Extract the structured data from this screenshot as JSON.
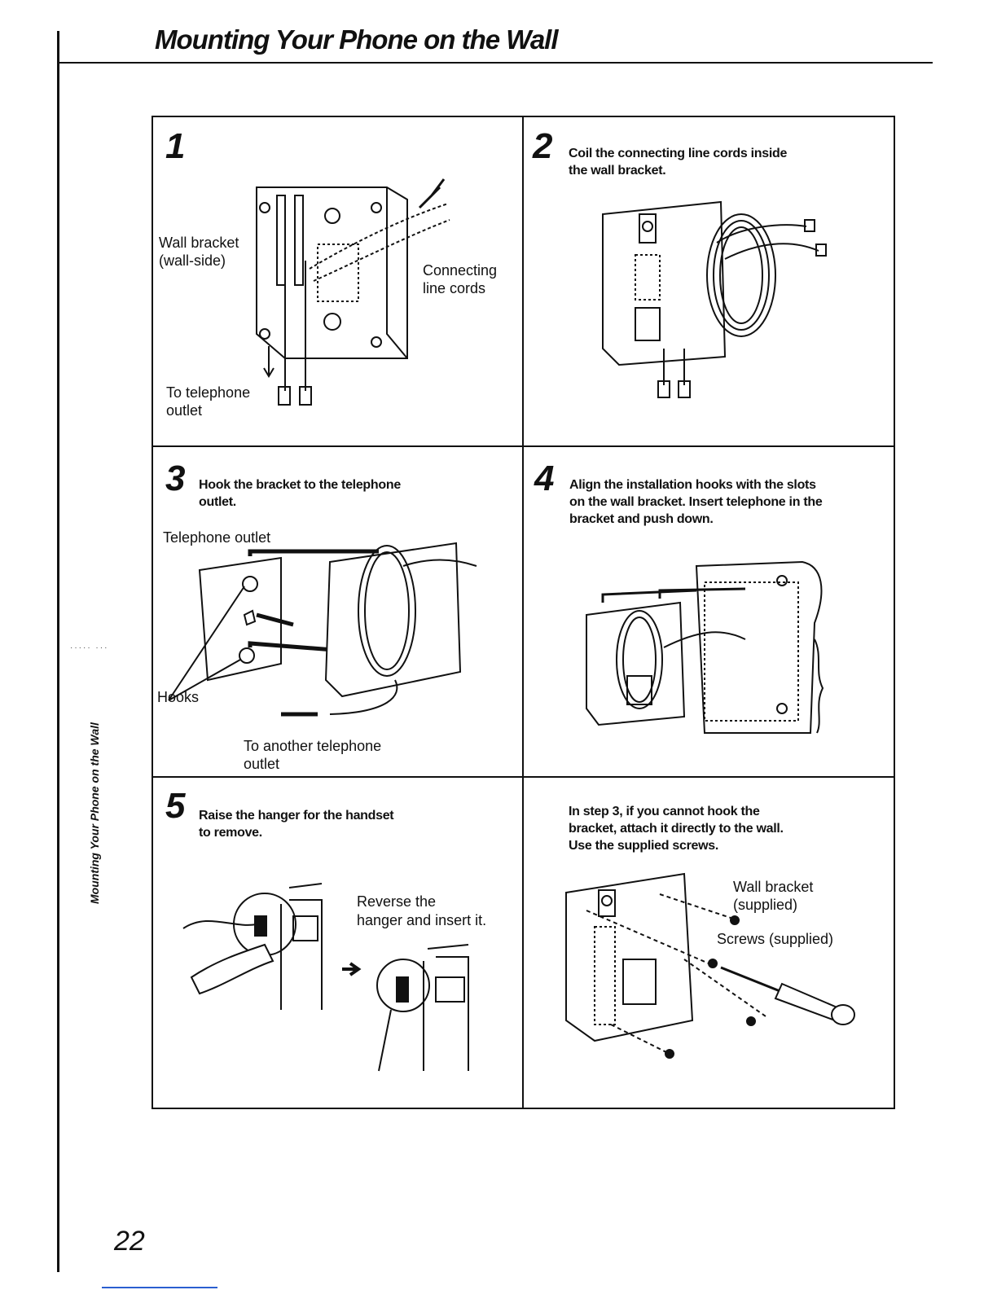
{
  "page": {
    "title": "Mounting Your Phone on the Wall",
    "side_tab": "Mounting Your Phone on the Wall",
    "page_number": "22"
  },
  "steps": [
    {
      "number": "1",
      "description": "",
      "labels": {
        "wall_bracket": "Wall bracket",
        "wall_side": "(wall-side)",
        "connecting": "Connecting",
        "line_cords": "line cords",
        "to_telephone": "To telephone",
        "outlet": "outlet"
      }
    },
    {
      "number": "2",
      "description_line1": "Coil the connecting line cords inside",
      "description_line2": "the wall bracket."
    },
    {
      "number": "3",
      "description_line1": "Hook the bracket to the telephone",
      "description_line2": "outlet.",
      "labels": {
        "telephone_outlet": "Telephone outlet",
        "hooks": "Hooks",
        "to_another": "To another telephone",
        "outlet": "outlet"
      }
    },
    {
      "number": "4",
      "description_line1": "Align the installation hooks with the slots",
      "description_line2": "on the wall bracket. Insert telephone in the",
      "description_line3": "bracket and push down."
    },
    {
      "number": "5",
      "description_line1": "Raise the hanger for the handset",
      "description_line2": "to remove.",
      "labels": {
        "reverse_line1": "Reverse the",
        "reverse_line2": "hanger and insert it."
      }
    }
  ],
  "note": {
    "line1": "In step 3, if you cannot hook the",
    "line2": "bracket, attach it directly to the wall.",
    "line3": "Use the supplied screws.",
    "labels": {
      "wall_bracket": "Wall bracket",
      "supplied": "(supplied)",
      "screws": "Screws (supplied)"
    }
  }
}
